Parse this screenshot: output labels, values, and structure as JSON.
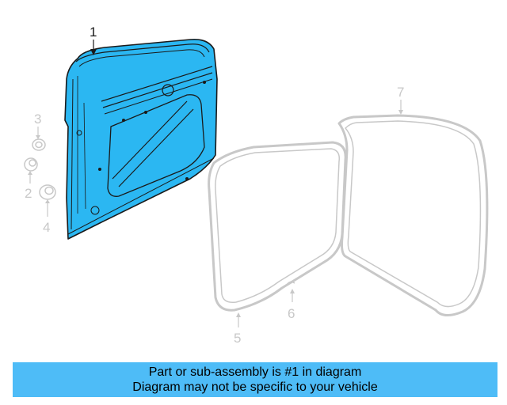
{
  "diagram": {
    "highlight_color": "#2bb7f2",
    "faded_color": "#c8c8c8",
    "callouts": [
      {
        "id": "1",
        "label": "1",
        "highlighted": true
      },
      {
        "id": "2",
        "label": "2",
        "highlighted": false
      },
      {
        "id": "3",
        "label": "3",
        "highlighted": false
      },
      {
        "id": "4",
        "label": "4",
        "highlighted": false
      },
      {
        "id": "5",
        "label": "5",
        "highlighted": false
      },
      {
        "id": "6",
        "label": "6",
        "highlighted": false
      },
      {
        "id": "7",
        "label": "7",
        "highlighted": false
      }
    ]
  },
  "banner": {
    "color": "#4ebcf7",
    "line1": "Part or sub-assembly is #1 in diagram",
    "line2": "Diagram may not be specific to your vehicle"
  }
}
